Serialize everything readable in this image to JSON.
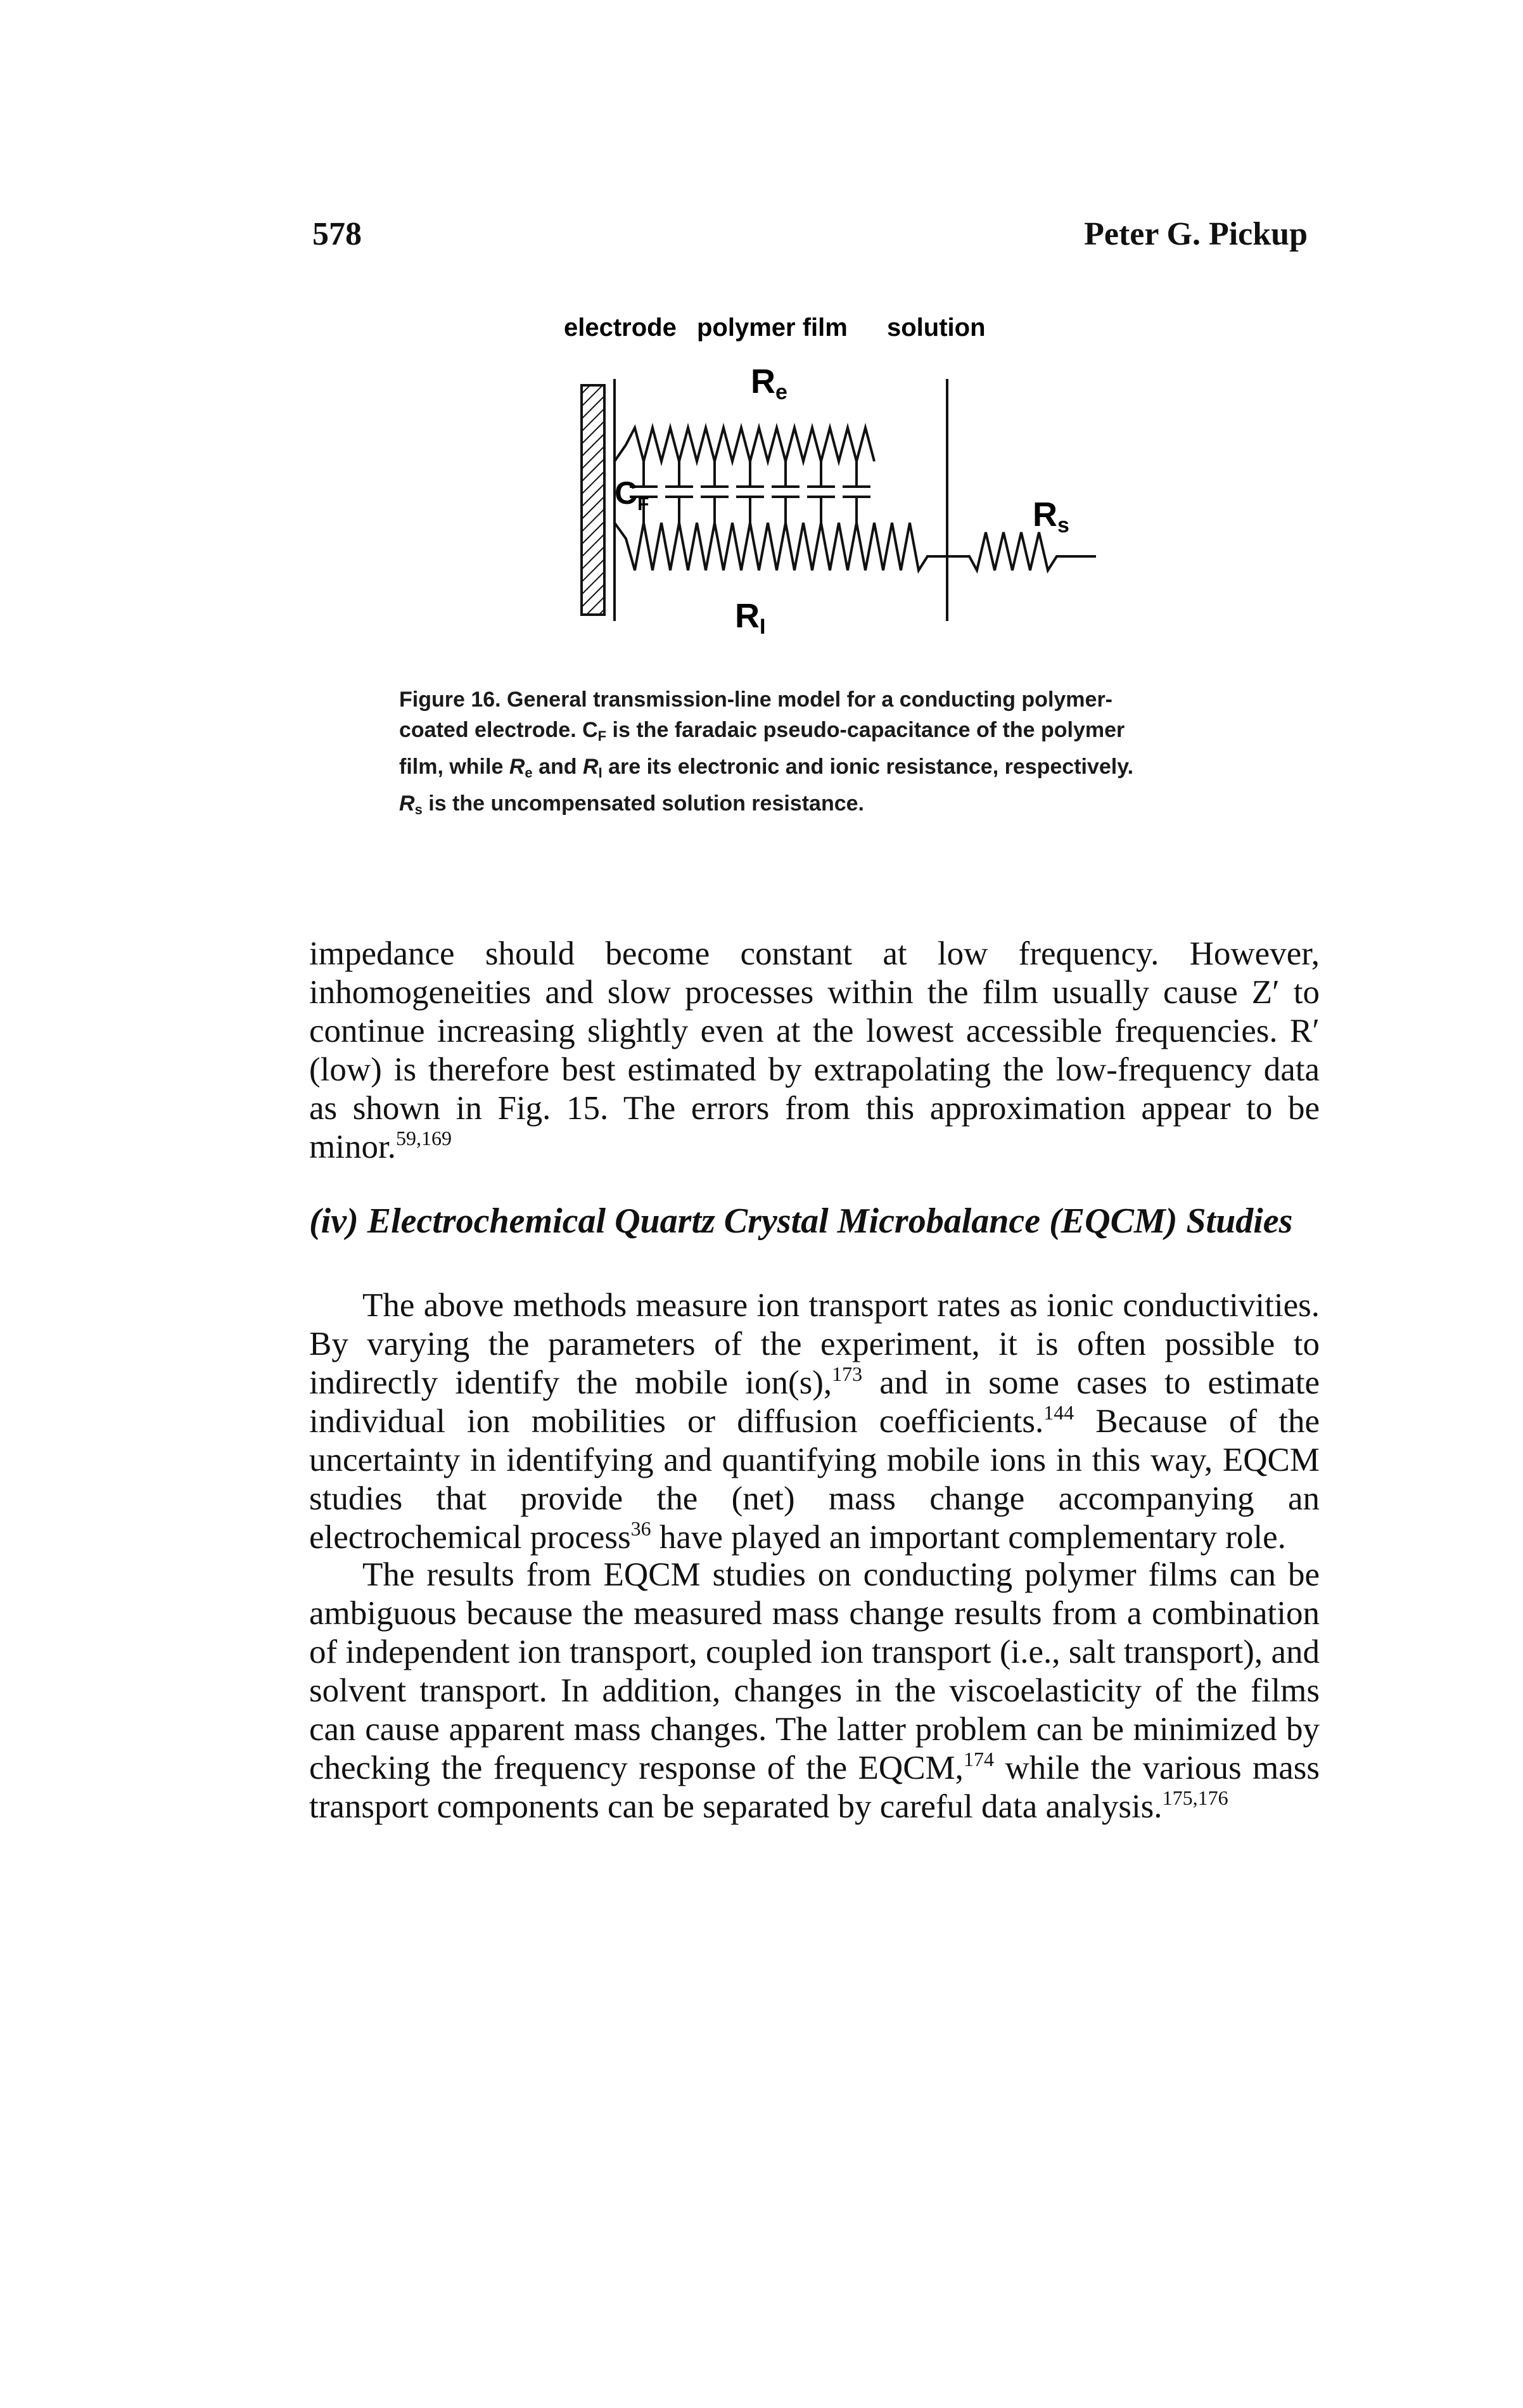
{
  "header": {
    "page_number": "578",
    "author": "Peter G. Pickup"
  },
  "figure": {
    "label_electrode": "electrode",
    "label_polymer": "polymer film",
    "label_solution": "solution",
    "label_re": "R",
    "label_re_sub": "e",
    "label_cf": "C",
    "label_cf_sub": "F",
    "label_ri": "R",
    "label_ri_sub": "I",
    "label_rs": "R",
    "label_rs_sub": "s"
  },
  "caption": {
    "part1": "Figure 16. General transmission-line model for a conducting polymer-coated electrode. C",
    "sub1": "F",
    "part2": " is the faradaic pseudo-capacitance of the polymer film, while ",
    "r1": "R",
    "sub2": "e",
    "part3": " and ",
    "r2": "R",
    "sub3": "I",
    "part4": " are its electronic and ionic resistance, respectively. ",
    "r3": "R",
    "sub4": "s",
    "part5": " is the uncompensated solution resistance."
  },
  "para1": {
    "text": "impedance should become constant at low frequency. However, inhomogeneities and slow processes within the film usually cause Z′ to continue increasing slightly even at the lowest accessible frequencies. R′ (low) is therefore best estimated by extrapolating the low-frequency data as shown in Fig. 15. The errors from this approximation appear to be minor.",
    "ref": "59,169"
  },
  "heading": "(iv) Electrochemical Quartz Crystal Microbalance (EQCM) Studies",
  "para2": {
    "t1": "The above methods measure ion transport rates as ionic conductivities. By varying the parameters of the experiment, it is often possible to indirectly identify the mobile ion(s),",
    "r1": "173",
    "t2": " and in some cases to estimate individual ion mobilities or diffusion coefficients.",
    "r2": "144",
    "t3": " Because of the uncertainty in identifying and quantifying mobile ions in this way, EQCM studies that provide the (net) mass change accompanying an electrochemical process",
    "r3": "36",
    "t4": " have played an important complementary role."
  },
  "para3": {
    "t1": "The results from EQCM studies on conducting polymer films can be ambiguous because the measured mass change results from a combination of independent ion transport, coupled ion transport (i.e., salt transport), and solvent transport. In addition, changes in the viscoelasticity of the films can cause apparent mass changes. The latter problem can be minimized by checking the frequency response of the EQCM,",
    "r1": "174",
    "t2": " while the various mass transport components can be separated by careful data analysis.",
    "r2": "175,176"
  }
}
